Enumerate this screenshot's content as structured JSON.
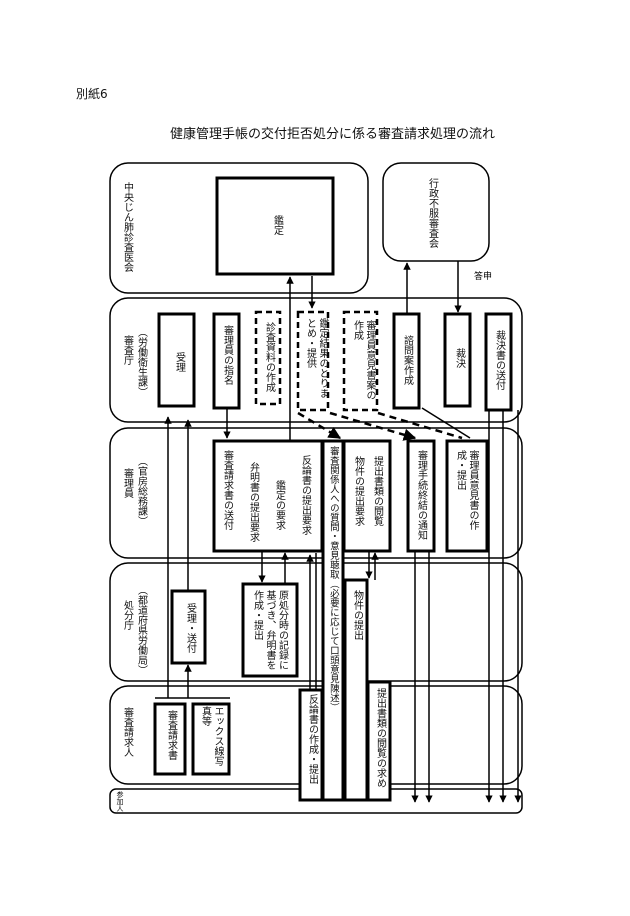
{
  "page_label": "別紙6",
  "title": "健康管理手帳の交付拒否処分に係る審査請求処理の流れ",
  "lanes": {
    "central": "中央じん肺診査医会",
    "agency_name": "審査庁",
    "agency_sub": "（労働衛生課）",
    "examiner_name": "審理員",
    "examiner_sub": "（官房総務課）",
    "disposition_name": "処分庁",
    "disposition_sub": "（都道府県労働局）",
    "requester": "審査請求人",
    "participant": "参加人",
    "tribunal": "行政不服審査会"
  },
  "boxes": {
    "kantei": "鑑定",
    "juri": "受理",
    "appoint": "審理員の指名",
    "shinsa_sakusei": "診査資料の作成",
    "kantei_kekka": "鑑定結果のとりまとめ・提供",
    "riin_iken": "審理員意見書案の作成",
    "shimon": "諮問案作成",
    "saiketsu": "裁決",
    "saiketsu_send": "裁決書の送付",
    "ex_col1": "審査請求書の送付",
    "ex_col2": "弁明書の提出要求",
    "ex_col3": "鑑定の要求",
    "ex_col4": "反論書の提出要求",
    "oral": "審査関係人への質問・意見聴取（必要に応じて口頭意見陳述）",
    "bukken_yokyu": "物件の提出要求",
    "teishutsu_eturan": "提出書類の閲覧",
    "end_notice": "審理手続終結の通知",
    "iken_teishutsu": "審理員意見書の作成・提出",
    "uketori": "受理・送付",
    "benmei": "原処分時の記録に基づき、弁明書を作成・提出",
    "req_doc": "審査請求書",
    "xray": "エックス線写真等",
    "hanron": "反論書の作成・提出",
    "bukken_teishutsu": "物件の提出",
    "eturan_req": "提出書類の閲覧の求め",
    "toushin": "答申"
  }
}
